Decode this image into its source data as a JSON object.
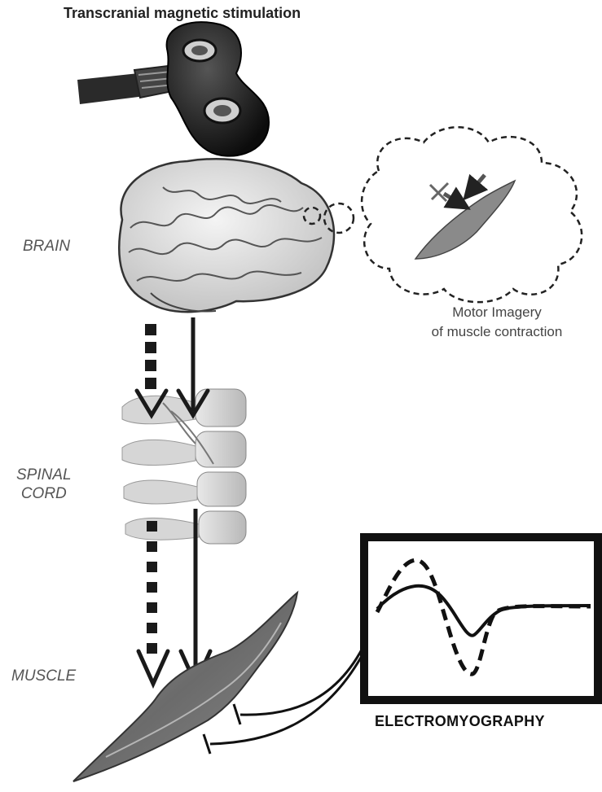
{
  "title": "Transcranial magnetic stimulation",
  "labels": {
    "brain": "BRAIN",
    "spinal_line1": "SPINAL",
    "spinal_line2": "CORD",
    "muscle": "MUSCLE",
    "motor_imagery_line1": "Motor Imagery",
    "motor_imagery_line2": "of muscle contraction",
    "emg": "ELECTROMYOGRAPHY"
  },
  "icons": {
    "coil": "tms-coil-icon",
    "brain": "brain-icon",
    "spine": "spine-icon",
    "muscle": "muscle-icon",
    "thought": "thought-bubble-icon",
    "monitor": "monitor-icon"
  },
  "colors": {
    "pathway_arrow": "#222222",
    "coil": "#1a1a1a",
    "brain": "#dcdcdc",
    "muscle": "#7a7a7a"
  }
}
